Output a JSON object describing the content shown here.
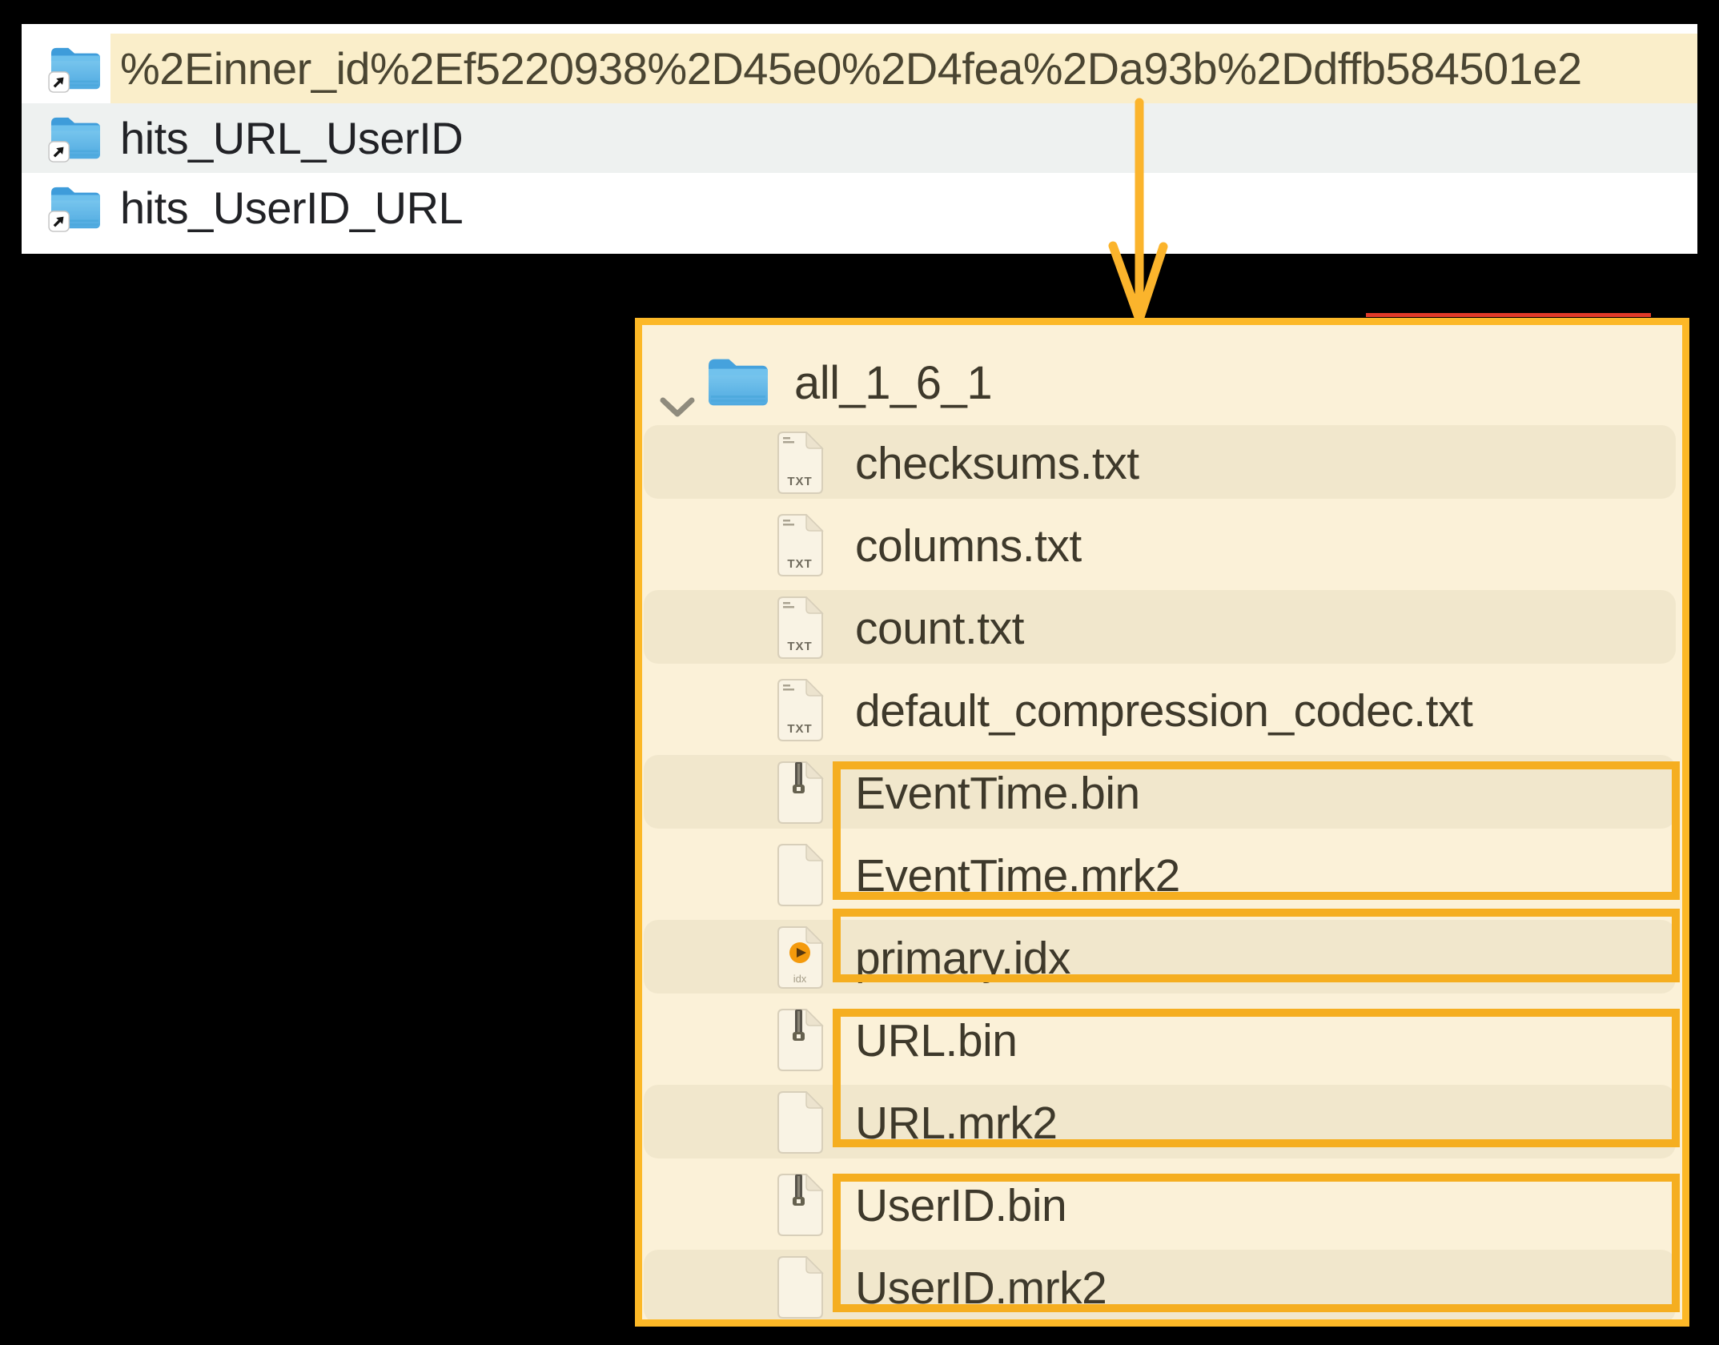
{
  "colors": {
    "panel_border_orange": "#fcb827",
    "annotation_box_orange": "#f5ae20",
    "arrow_orange": "#fbb42c",
    "selected_row_cream": "#faeeca",
    "alt_row_gray": "#eef1f0",
    "tree_bg_cream": "#fbf1d8",
    "tree_stripe": "#f1e7cc",
    "artifact_red": "#e13a29"
  },
  "finder_list": {
    "rows": [
      {
        "label": "%2Einner_id%2Ef5220938%2D45e0%2D4fea%2Da93b%2Ddffb584501e2",
        "icon": "alias-folder-icon",
        "highlighted": true
      },
      {
        "label": "hits_URL_UserID",
        "icon": "alias-folder-icon",
        "highlighted": false
      },
      {
        "label": "hits_UserID_URL",
        "icon": "alias-folder-icon",
        "highlighted": false
      }
    ]
  },
  "tree": {
    "root": {
      "label": "all_1_6_1",
      "icon": "folder-icon",
      "expanded": true
    },
    "badges": {
      "txt": "TXT",
      "idx": "idx"
    },
    "files": [
      {
        "label": "checksums.txt",
        "icon": "txt-file-icon",
        "striped": true
      },
      {
        "label": "columns.txt",
        "icon": "txt-file-icon",
        "striped": false
      },
      {
        "label": "count.txt",
        "icon": "txt-file-icon",
        "striped": true
      },
      {
        "label": "default_compression_codec.txt",
        "icon": "txt-file-icon",
        "striped": false
      },
      {
        "label": "EventTime.bin",
        "icon": "bin-file-icon",
        "striped": true,
        "box_group": "eventtime"
      },
      {
        "label": "EventTime.mrk2",
        "icon": "plain-file-icon",
        "striped": false,
        "box_group": "eventtime"
      },
      {
        "label": "primary.idx",
        "icon": "idx-file-icon",
        "striped": true,
        "box_group": "primary"
      },
      {
        "label": "URL.bin",
        "icon": "bin-file-icon",
        "striped": false,
        "box_group": "url"
      },
      {
        "label": "URL.mrk2",
        "icon": "plain-file-icon",
        "striped": true,
        "box_group": "url"
      },
      {
        "label": "UserID.bin",
        "icon": "bin-file-icon",
        "striped": false,
        "box_group": "userid"
      },
      {
        "label": "UserID.mrk2",
        "icon": "plain-file-icon",
        "striped": true,
        "box_group": "userid"
      }
    ]
  },
  "annotations": {
    "arrow_color": "#fbb42c",
    "boxed_groups": [
      "EventTime.bin+EventTime.mrk2",
      "primary.idx",
      "URL.bin+URL.mrk2",
      "UserID.bin+UserID.mrk2"
    ]
  }
}
